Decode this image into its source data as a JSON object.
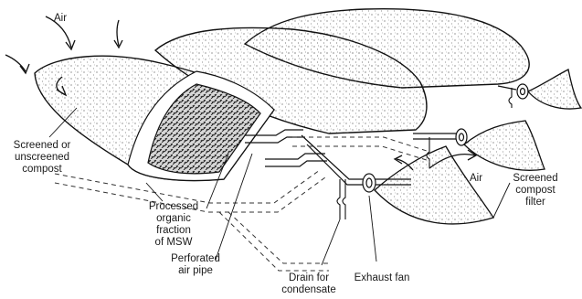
{
  "diagram": {
    "labels": {
      "air_top": "Air",
      "air_right": "Air",
      "screened_unscreened": [
        "Screened or",
        "unscreened",
        "compost"
      ],
      "processed_organic": [
        "Processed",
        "organic",
        "fraction",
        "of MSW"
      ],
      "perforated_pipe": [
        "Perforated",
        "air pipe"
      ],
      "drain": [
        "Drain for",
        "condensate"
      ],
      "exhaust_fan": [
        "Exhaust fan"
      ],
      "screened_filter": [
        "Screened",
        "compost",
        "filter"
      ]
    }
  }
}
